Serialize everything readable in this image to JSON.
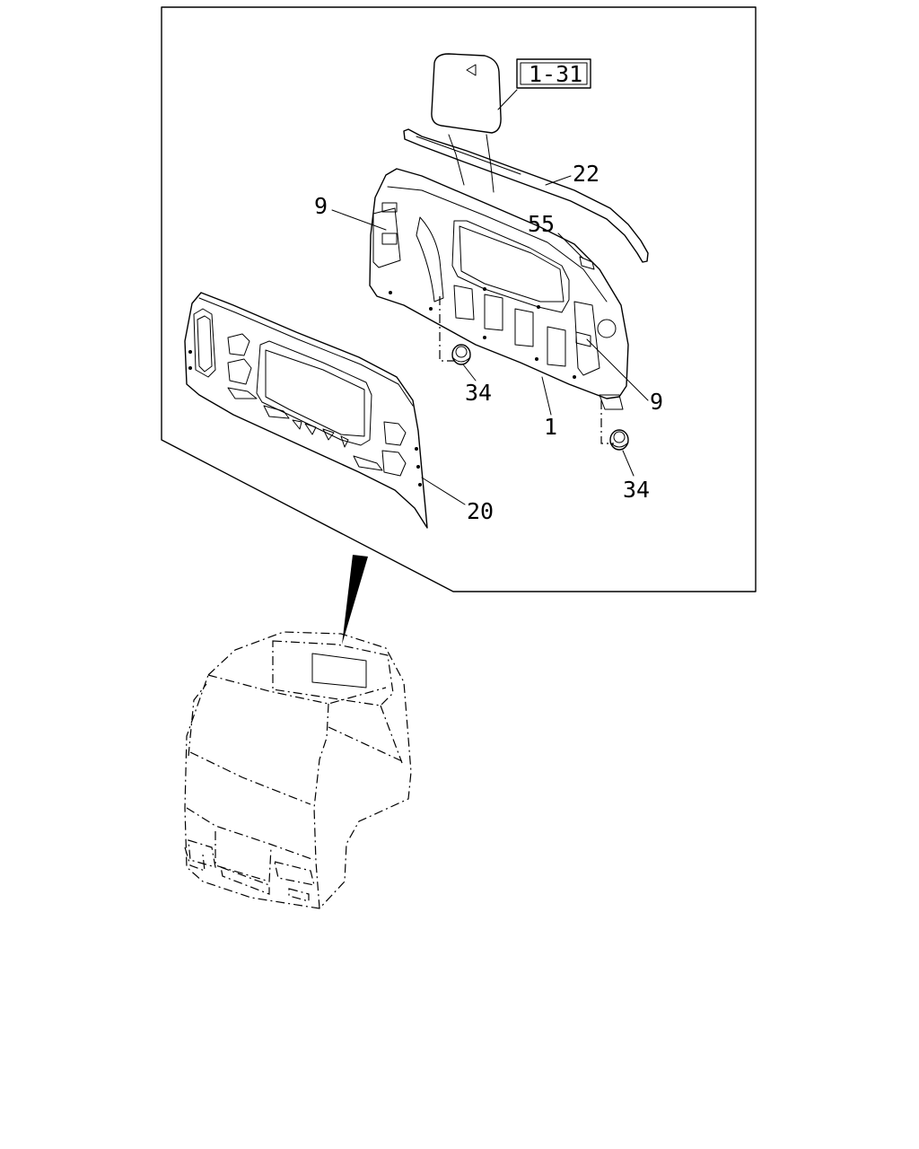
{
  "callouts": {
    "ref_box": "1-31",
    "part_22": "22",
    "part_9_left": "9",
    "part_55": "55",
    "part_34_left": "34",
    "part_1": "1",
    "part_9_right": "9",
    "part_34_right": "34",
    "part_20": "20"
  }
}
